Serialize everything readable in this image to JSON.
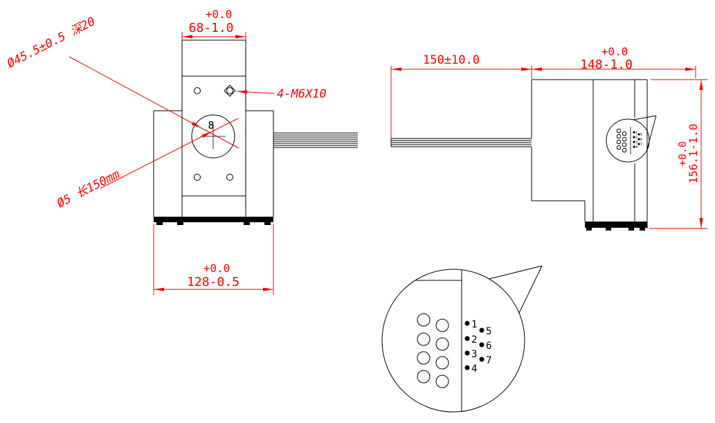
{
  "drawing": {
    "colors": {
      "dimension": "#ff0000",
      "geometry": "#000000"
    },
    "front_view": {
      "dim_top_tol": "+0.0",
      "dim_top": "68-1.0",
      "dim_bottom_tol": "+0.0",
      "dim_bottom": "128-0.5",
      "label_counterbore": "Ø45.5±0.5 深20",
      "label_thread": "4-M6X10",
      "label_shaft": "Ø5 长150mm",
      "label_center": "8"
    },
    "side_view": {
      "dim_cable": "150±10.0",
      "dim_width_tol": "+0.0",
      "dim_width": "148-1.0",
      "dim_height_tol": "+0.0",
      "dim_height": "156.1-1.0"
    },
    "detail_view": {
      "pin_labels": [
        "1",
        "2",
        "3",
        "4",
        "5",
        "6",
        "7"
      ]
    }
  }
}
